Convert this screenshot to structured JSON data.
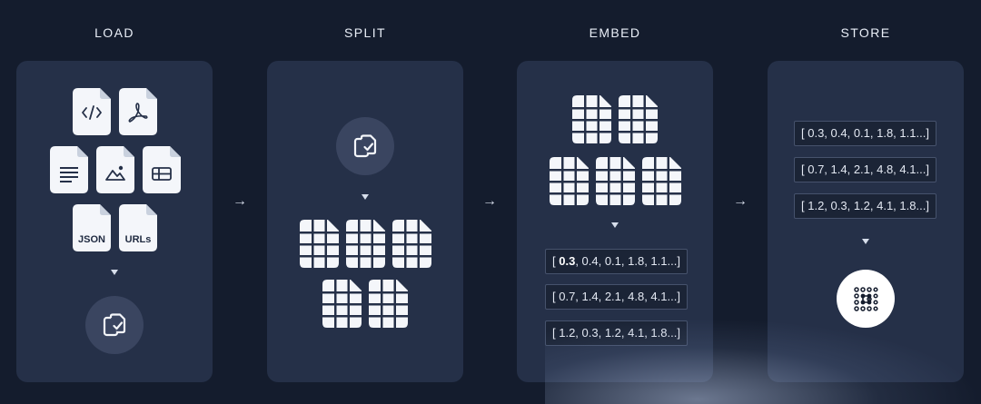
{
  "stages": {
    "load": {
      "title": "LOAD",
      "doc_labels": {
        "json": "JSON",
        "urls": "URLs"
      }
    },
    "split": {
      "title": "SPLIT"
    },
    "embed": {
      "title": "EMBED",
      "vectors": [
        {
          "bold": "0.3",
          "rest": ", 0.4, 0.1, 1.8, 1.1...]",
          "prefix": "[ "
        },
        {
          "bold": "",
          "rest": "0.7, 1.4, 2.1, 4.8, 4.1...]",
          "prefix": "[ "
        },
        {
          "bold": "",
          "rest": "1.2, 0.3, 1.2, 4.1, 1.8...]",
          "prefix": "[ "
        }
      ]
    },
    "store": {
      "title": "STORE",
      "vectors": [
        "[ 0.3, 0.4, 0.1, 1.8, 1.1...]",
        "[ 0.7, 1.4, 2.1, 4.8, 4.1...]",
        "[ 1.2, 0.3, 1.2, 4.1, 1.8...]"
      ]
    }
  },
  "arrows": [
    "→",
    "→",
    "→"
  ],
  "icons": {
    "code_doc": "code-file-icon",
    "pdf_doc": "pdf-file-icon",
    "text_doc": "text-file-icon",
    "image_doc": "image-file-icon",
    "table_doc": "table-file-icon",
    "json_doc": "json-file-icon",
    "urls_doc": "urls-file-icon",
    "documents": "documents-icon",
    "chunk": "chunk-grid-icon",
    "vector_store": "vector-store-icon"
  },
  "colors": {
    "background": "#141c2d",
    "panel": "#253048",
    "icon_fill": "#f4f6fa"
  }
}
